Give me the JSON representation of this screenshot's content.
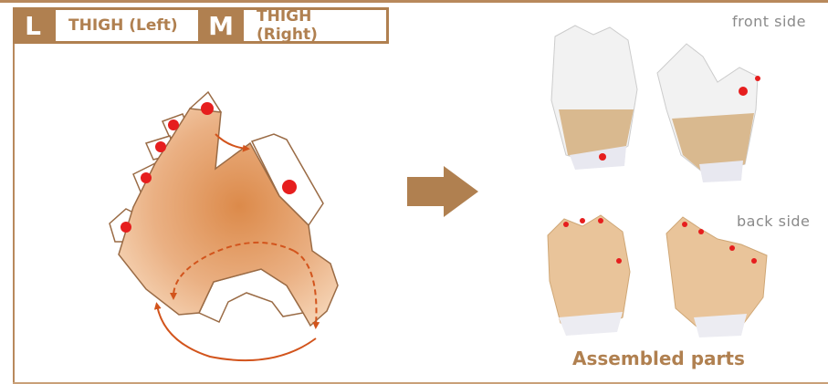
{
  "header": {
    "left_code": "L",
    "left_label": "THIGH (Left)",
    "right_code": "M",
    "right_label": "THIGH (Right)"
  },
  "photos": {
    "front_label": "front side",
    "back_label": "back side",
    "caption": "Assembled parts"
  },
  "colors": {
    "brand_brown": "#b08050",
    "arrow_orange": "#d2541c",
    "dot_red": "#e61e1e",
    "pattern_fill": "#e2985c"
  },
  "icons": {
    "process_arrow": "right-arrow-icon"
  }
}
